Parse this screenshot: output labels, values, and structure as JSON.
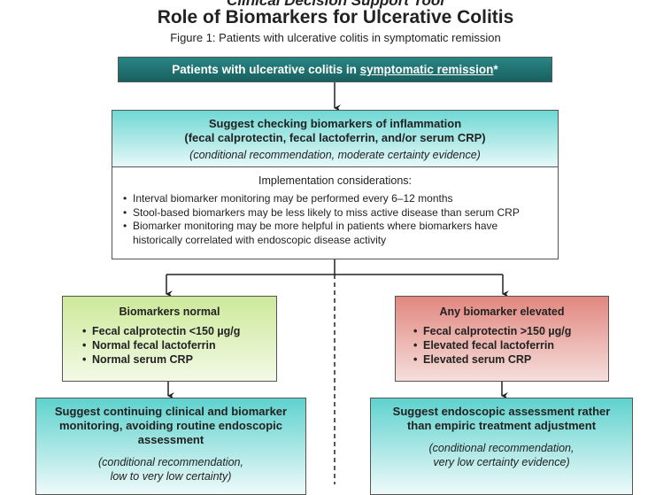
{
  "header": {
    "kicker": "Clinical Decision Support Tool",
    "title": "Role of Biomarkers for Ulcerative Colitis",
    "subtitle": "Figure 1: Patients with ulcerative colitis in symptomatic remission"
  },
  "start": {
    "text_prefix": "Patients with ulcerative colitis in ",
    "text_link": "symptomatic remission",
    "text_suffix": "*"
  },
  "main": {
    "line1": "Suggest checking biomarkers of inflammation",
    "line2": "(fecal calprotectin, fecal lactoferrin, and/or serum CRP)",
    "evidence": "(conditional recommendation, moderate certainty evidence)",
    "impl_title": "Implementation considerations:",
    "impl_items": [
      "Interval biomarker monitoring may be performed every 6–12 months",
      "Stool-based biomarkers may be less likely to miss active disease than serum CRP",
      "Biomarker monitoring may be more helpful in patients where biomarkers have historically correlated with endoscopic disease activity"
    ]
  },
  "normal": {
    "title": "Biomarkers normal",
    "items": [
      "Fecal calprotectin <150 µg/g",
      "Normal fecal lactoferrin",
      "Normal serum CRP"
    ]
  },
  "elevated": {
    "title": "Any biomarker elevated",
    "items": [
      "Fecal calprotectin >150 µg/g",
      "Elevated fecal lactoferrin",
      "Elevated serum CRP"
    ]
  },
  "rec_normal": {
    "line1": "Suggest continuing clinical and biomarker",
    "line2": "monitoring, avoiding routine endoscopic",
    "line3": "assessment",
    "ev1": "(conditional recommendation,",
    "ev2": "low to very low certainty)"
  },
  "rec_elevated": {
    "line1": "Suggest endoscopic assessment rather",
    "line2": "than empiric treatment adjustment",
    "ev1": "(conditional recommendation,",
    "ev2": "very low certainty evidence)"
  },
  "colors": {
    "header_teal": "#1f7a7a",
    "cyan": "#6fd8d4",
    "green": "#cde99a",
    "red": "#e2877f"
  }
}
